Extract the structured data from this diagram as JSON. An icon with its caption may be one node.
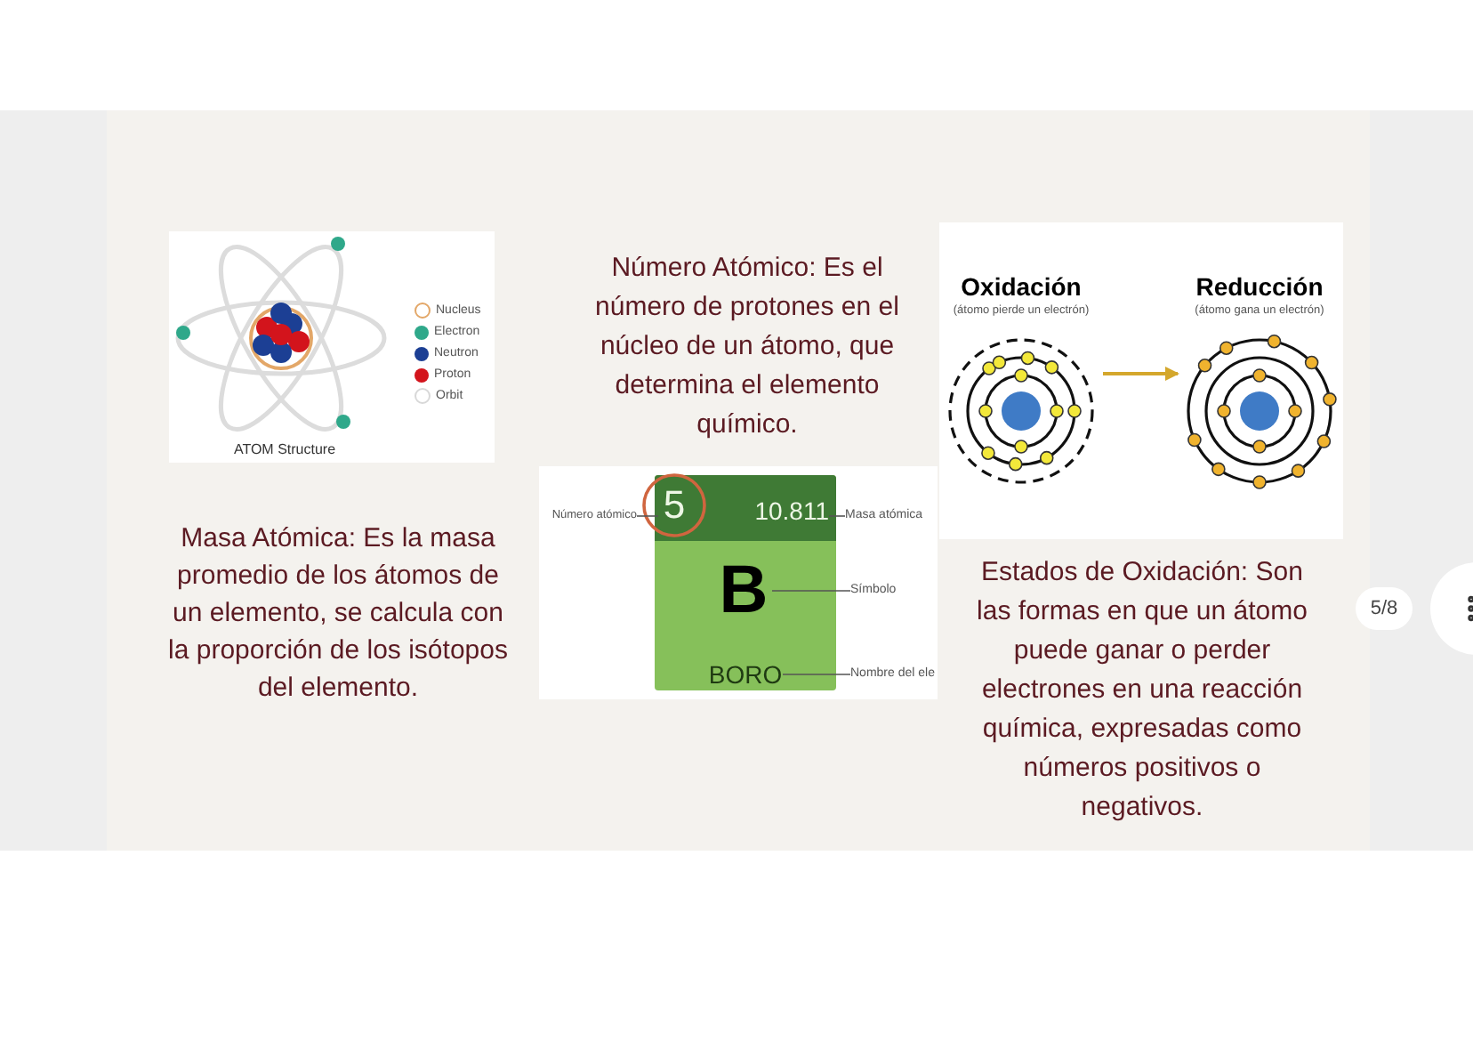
{
  "diagram": {
    "nodes": [
      {
        "text": [
          "Número atómico"
        ]
      },
      {
        "text": [
          "5"
        ]
      },
      {
        "text": [
          "10.811"
        ]
      },
      {
        "text": [
          "Masa atómica"
        ]
      },
      {
        "text": [
          "B"
        ]
      },
      {
        "text": [
          "Símbolo"
        ]
      },
      {
        "text": [
          "BORO"
        ]
      },
      {
        "text": [
          "Nombre del ele"
        ]
      },
      {
        "text": [
          "Oxidación",
          "(átomo pierde un electrón)"
        ]
      },
      {
        "text": [
          "Reducción",
          "(átomo gana un electrón)"
        ]
      }
    ],
    "edges": [
      {
        "from": 0,
        "to": 1,
        "arrow": "none"
      },
      {
        "from": 3,
        "to": 2,
        "arrow": "none"
      },
      {
        "from": 5,
        "to": 4,
        "arrow": "none"
      },
      {
        "from": 7,
        "to": 6,
        "arrow": "none"
      },
      {
        "from": 8,
        "to": 9,
        "arrow": "to",
        "color": "#d4a72c"
      }
    ],
    "labels": [
      "Número Atómico: Es el número de protones en el núcleo de un átomo, que determina el elemento químico.",
      "ATOM Structure",
      "Masa Atómica: Es la masa promedio de los átomos de un elemento, se calcula con la proporción de los isótopos del elemento.",
      "Estados de Oxidación: Son las formas en que un átomo puede ganar o perder electrones en una reacción química, expresadas como números positivos o negativos.",
      "5/8"
    ],
    "legend": [
      {
        "text": "Nucleus"
      },
      {
        "text": "Electron",
        "color": "#2fa88a"
      },
      {
        "text": "Neutron",
        "color": "#1c3f94"
      },
      {
        "text": "Proton",
        "color": "#d3141c"
      },
      {
        "text": "Orbit"
      }
    ]
  }
}
